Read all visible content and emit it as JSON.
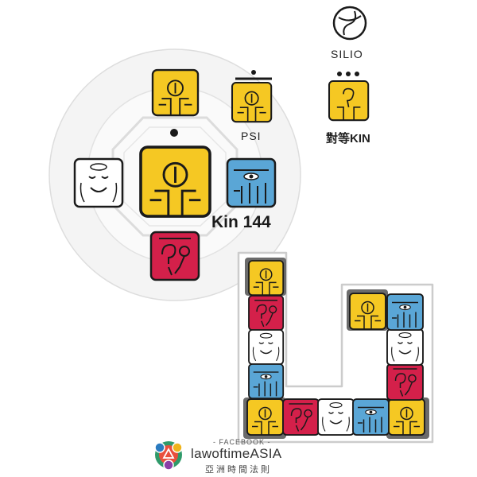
{
  "center_glyph": {
    "kin_label": "Kin 144",
    "psi_label": "PSI",
    "silio_label": "SILIO",
    "analog_kin_label": "對等KIN"
  },
  "footer": {
    "facebook_label": "- FACEBOOK -",
    "brand_name": "lawoftimeASIA",
    "brand_subtitle": "亞洲時間法則"
  },
  "colors": {
    "yellow": "#f5c823",
    "blue": "#5aa6d6",
    "red": "#d4204a",
    "white": "#ffffff",
    "outline": "#1a1a1a",
    "frame_gray": "#6b6b6b"
  }
}
